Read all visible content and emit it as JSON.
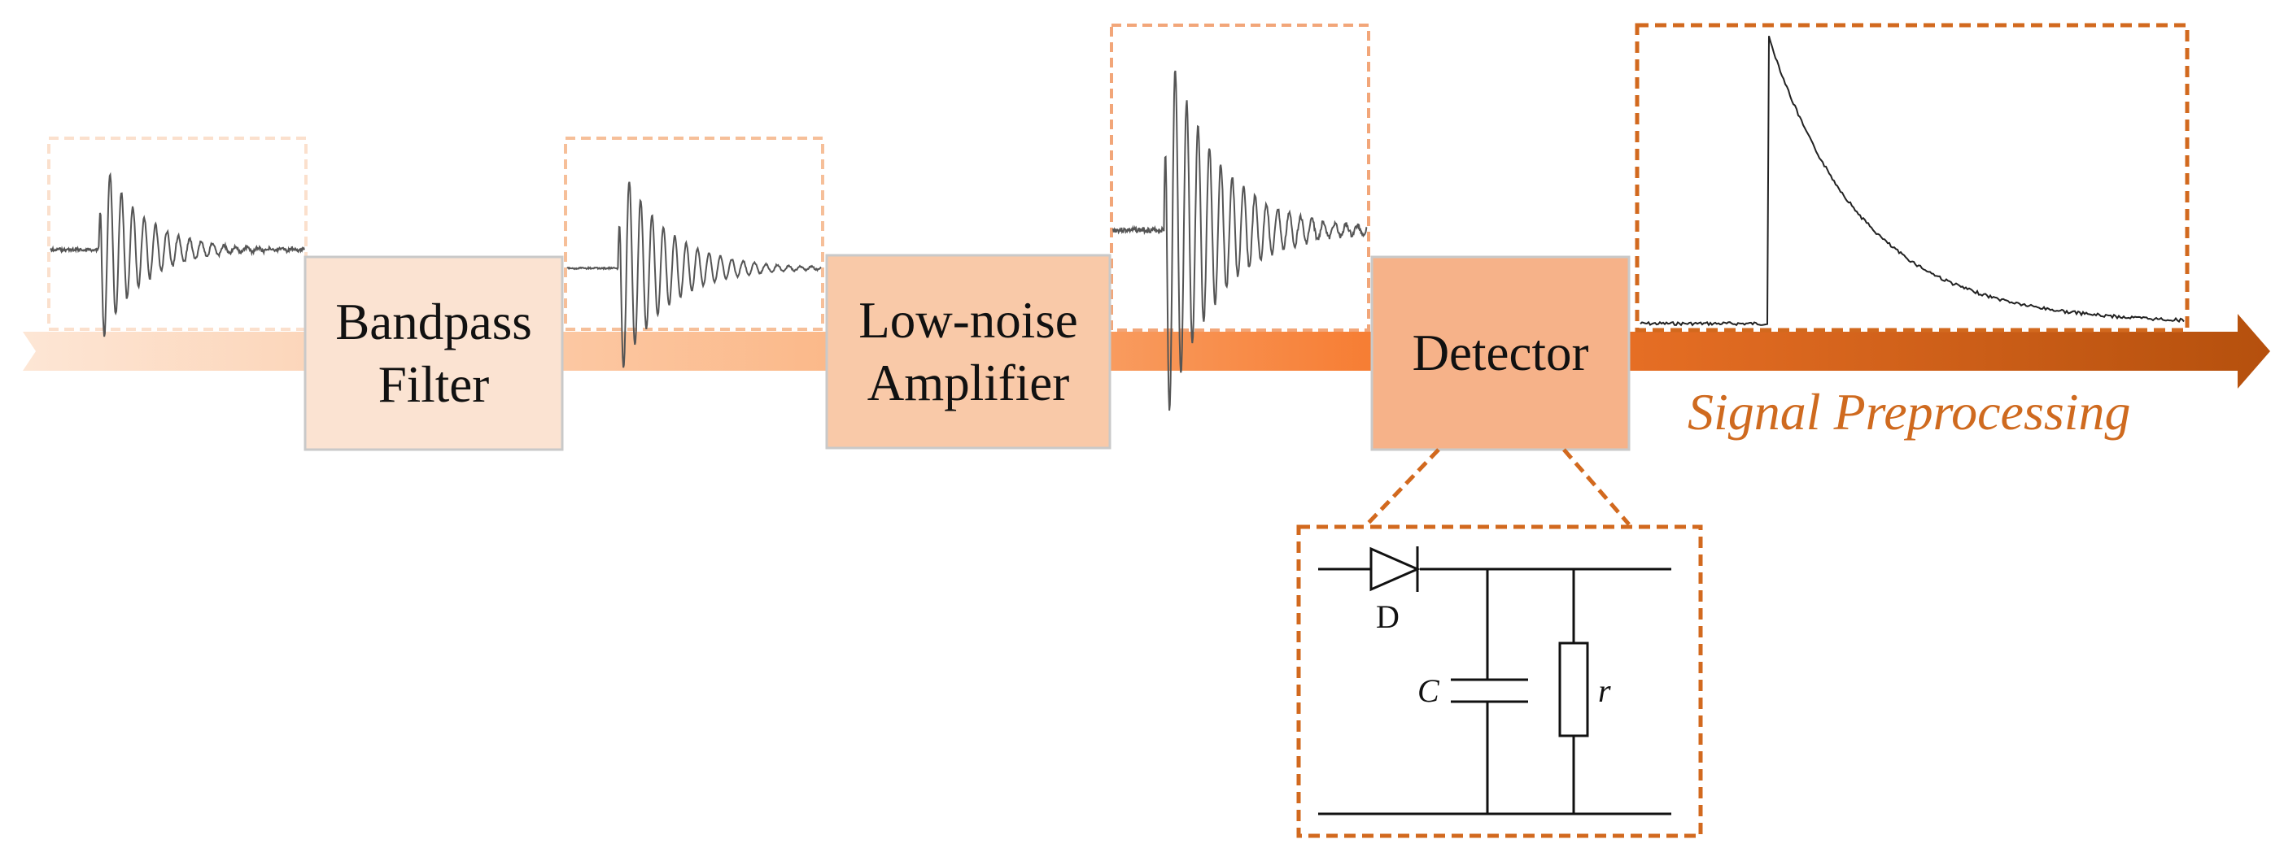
{
  "blocks": {
    "bandpass": {
      "label": "Bandpass\nFilter",
      "fill": "#fbe3d2"
    },
    "lna": {
      "label": "Low-noise\nAmplifier",
      "fill": "#f9c9a8"
    },
    "detector": {
      "label": "Detector",
      "fill": "#f6b289"
    }
  },
  "caption": "Signal Preprocessing",
  "circuit": {
    "diode_label": "D",
    "capacitor_label": "C",
    "resistor_label": "r"
  },
  "colors": {
    "arrow_start": "#fde6d5",
    "arrow_mid": "#f6782c",
    "arrow_end": "#b5500d",
    "accent": "#d2691e",
    "dash_light": "#fbe0cd",
    "dash_medium": "#f6bf99",
    "dash_strong": "#f2a679"
  }
}
